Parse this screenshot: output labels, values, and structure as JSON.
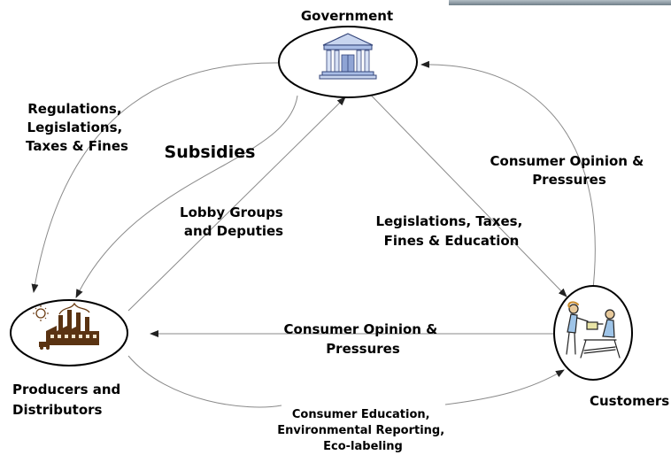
{
  "nodes": {
    "government": {
      "label": "Government"
    },
    "producers": {
      "label_lines": [
        "Producers and",
        "Distributors"
      ]
    },
    "customers": {
      "label": "Customers"
    }
  },
  "flows": {
    "gov_to_producers_regs": {
      "lines": [
        "Regulations,",
        "Legislations,",
        "Taxes & Fines"
      ]
    },
    "gov_to_producers_subsidies": {
      "label": "Subsidies"
    },
    "producers_to_gov_lobby": {
      "lines": [
        "Lobby Groups",
        "and Deputies"
      ]
    },
    "gov_to_customers": {
      "lines": [
        "Legislations, Taxes,",
        "Fines & Education"
      ]
    },
    "customers_to_gov": {
      "lines": [
        "Consumer Opinion &",
        "Pressures"
      ]
    },
    "customers_to_producers": {
      "lines": [
        "Consumer Opinion &",
        "Pressures"
      ]
    },
    "producers_to_customers": {
      "lines": [
        "Consumer Education,",
        "Environmental Reporting,",
        "Eco-labeling"
      ]
    }
  },
  "icons": {
    "government": "government-building-icon",
    "producers": "factory-icon",
    "customers": "shoppers-icon"
  },
  "colors": {
    "arrow": "#8a8a8a",
    "node_outline": "#000000",
    "building_fill": "#a9bde6",
    "factory_fill": "#5a3312",
    "header_bar": "#8c9aa3"
  }
}
